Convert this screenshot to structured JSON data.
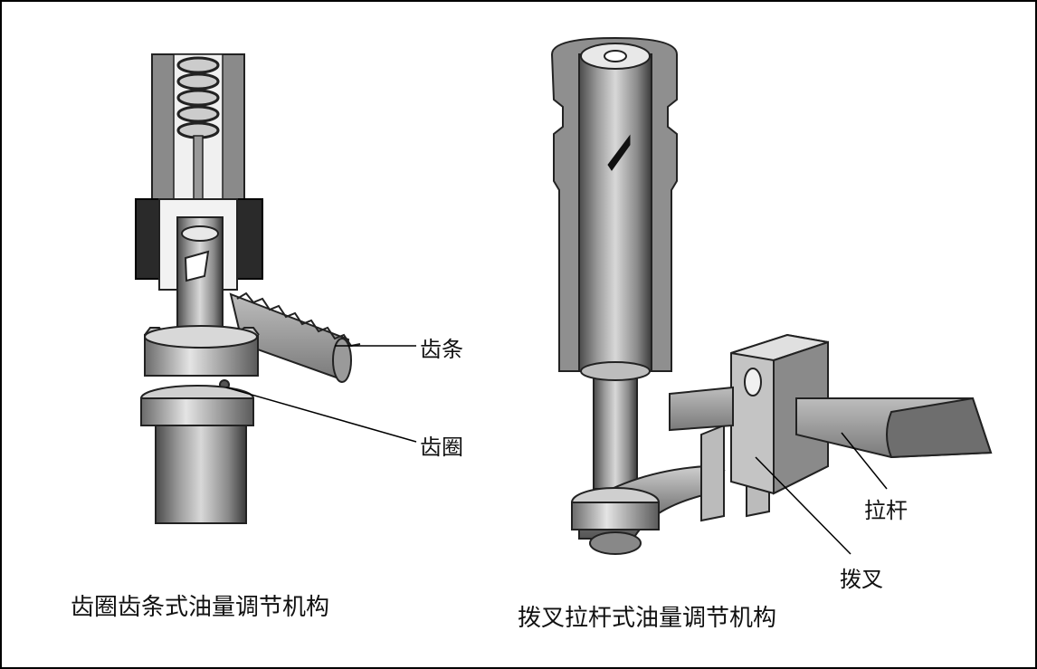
{
  "left_figure": {
    "callouts": {
      "rack": "齿条",
      "ring": "齿圈"
    },
    "caption": "齿圈齿条式油量调节机构"
  },
  "right_figure": {
    "callouts": {
      "rod": "拉杆",
      "fork": "拨叉"
    },
    "caption": "拨叉拉杆式油量调节机构"
  }
}
